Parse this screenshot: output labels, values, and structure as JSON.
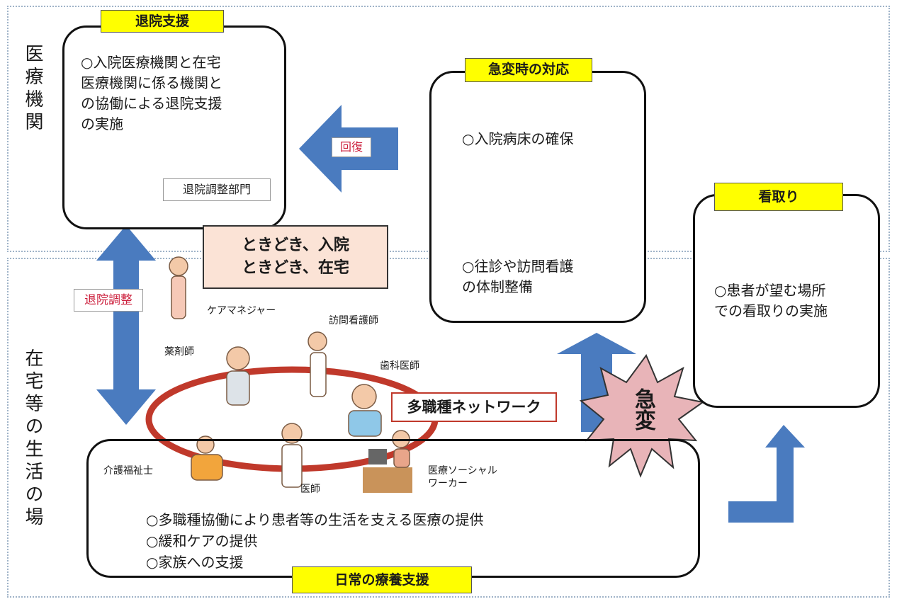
{
  "zones": {
    "hospital_label": "医療機関",
    "home_label": "在宅等の生活の場"
  },
  "discharge_support": {
    "badge": "退院支援",
    "text": "○入院医療機関と在宅\n医療機関に係る機関と\nの協働による退院支援\nの実施",
    "dept_label": "退院調整部門"
  },
  "recovery_arrow": {
    "label": "回復"
  },
  "emergency_response": {
    "badge": "急変時の対応",
    "item1": "○入院病床の確保",
    "item2": "○往診や訪問看護\n の体制整備"
  },
  "end_of_life": {
    "badge": "看取り",
    "text": "○患者が望む場所\n での看取りの実施"
  },
  "sometimes": {
    "text": "ときどき、入院\nときどき、在宅"
  },
  "discharge_coordination": {
    "label": "退院調整"
  },
  "network": {
    "label": "多職種ネットワーク",
    "roles": {
      "care_manager": "ケアマネジャー",
      "visiting_nurse": "訪問看護師",
      "pharmacist": "薬剤師",
      "dentist": "歯科医師",
      "care_worker": "介護福祉士",
      "doctor": "医師",
      "social_worker": "医療ソーシャル\nワーカー"
    }
  },
  "daily_care": {
    "badge": "日常の療養支援",
    "item1": "○多職種協働により患者等の生活を支える医療の提供",
    "item2": "○緩和ケアの提供",
    "item3": "○家族への支援"
  },
  "sudden_change": {
    "label": "急変"
  },
  "colors": {
    "arrow_blue": "#4a7bbf",
    "badge_yellow": "#ffff00",
    "network_red": "#c0392b",
    "peach": "#fbe3d6",
    "star_pink": "#e8b4b8"
  }
}
